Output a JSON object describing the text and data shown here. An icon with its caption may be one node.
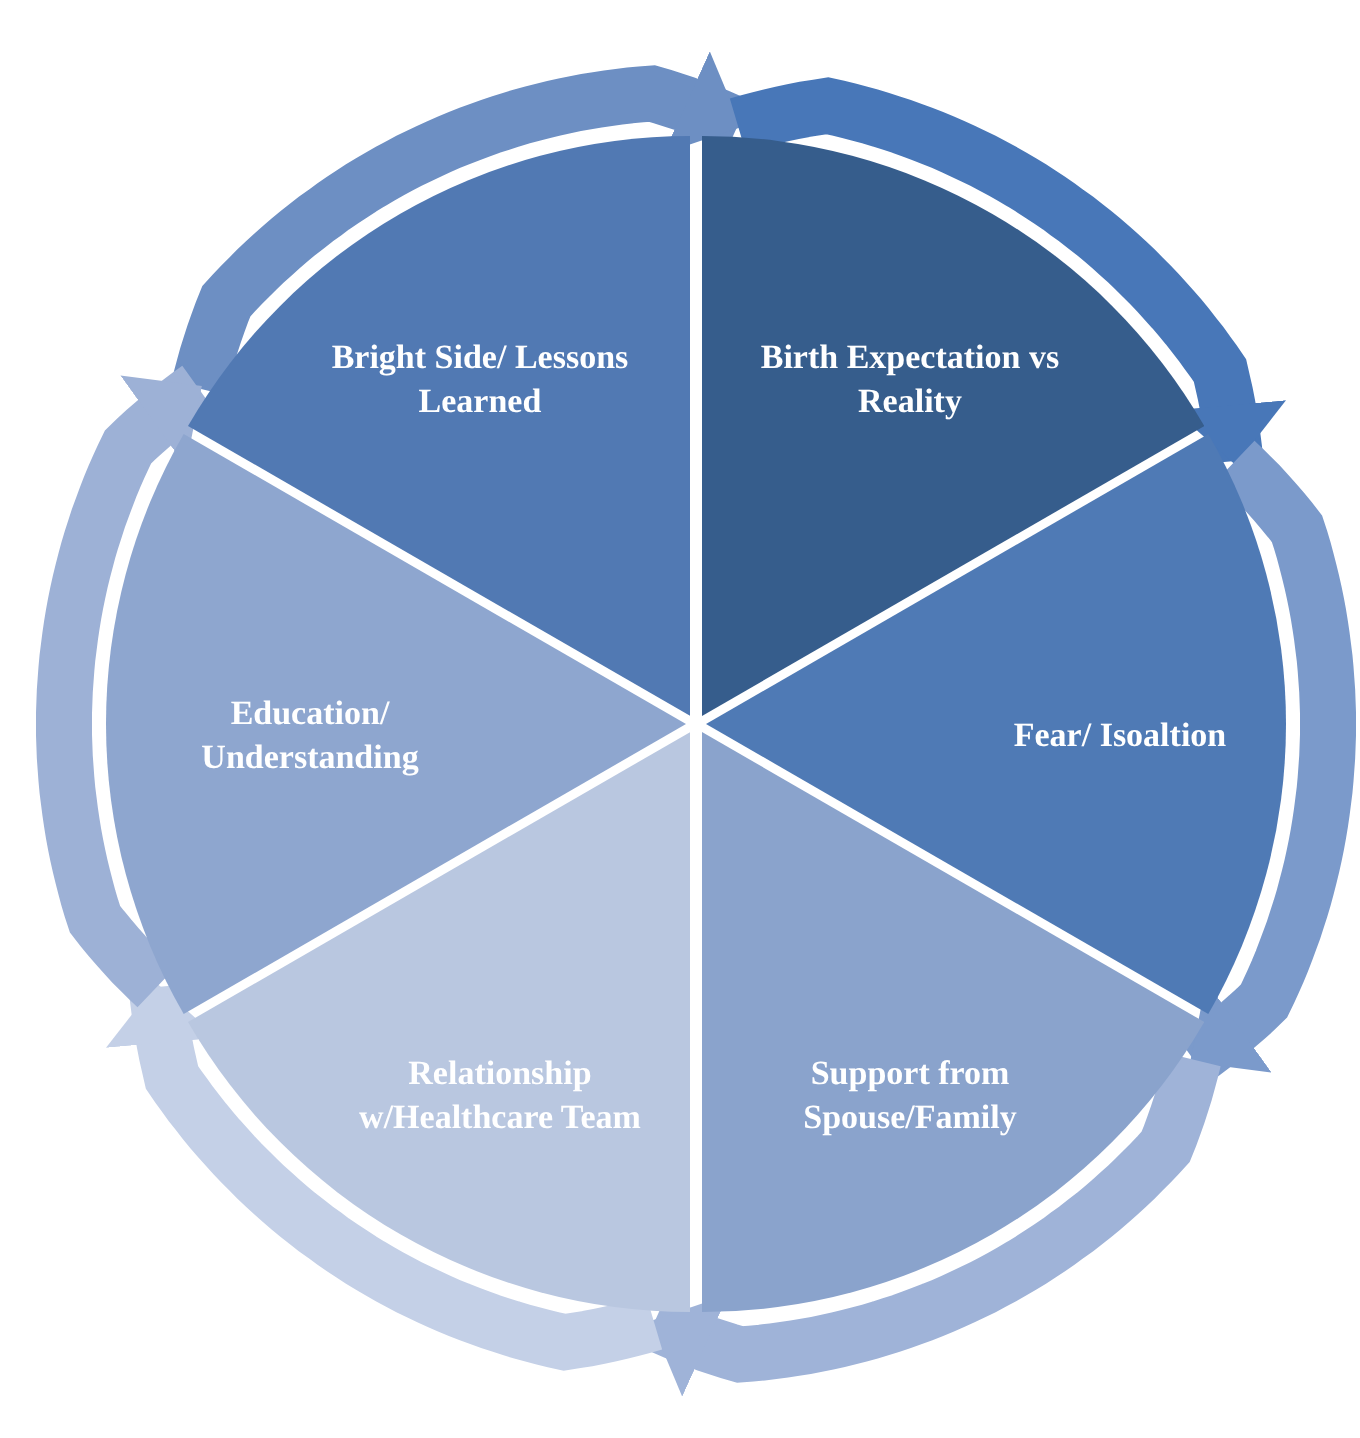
{
  "diagram": {
    "nodes": [
      {
        "text": [
          "Bright Side/ Lessons Learned"
        ]
      },
      {
        "text": [
          "Birth Expectation vs Reality"
        ]
      },
      {
        "text": [
          "Fear/ Isoaltion"
        ]
      },
      {
        "text": [
          "Support from Spouse/Family"
        ]
      },
      {
        "text": [
          "Relationship w/Healthcare Team"
        ]
      },
      {
        "text": [
          "Education/ Understanding"
        ]
      }
    ],
    "edges": [
      {
        "from": 0,
        "to": 1,
        "arrow": "to",
        "color": "#6d8fc3"
      },
      {
        "from": 1,
        "to": 2,
        "arrow": "to",
        "color": "#4877b8"
      },
      {
        "from": 2,
        "to": 3,
        "arrow": "to",
        "color": "#7b9acb"
      },
      {
        "from": 3,
        "to": 4,
        "arrow": "to",
        "color": "#9fb3d8"
      },
      {
        "from": 4,
        "to": 5,
        "arrow": "to",
        "color": "#c4d0e7"
      },
      {
        "from": 5,
        "to": 0,
        "arrow": "to",
        "color": "#9db1d6"
      }
    ]
  }
}
